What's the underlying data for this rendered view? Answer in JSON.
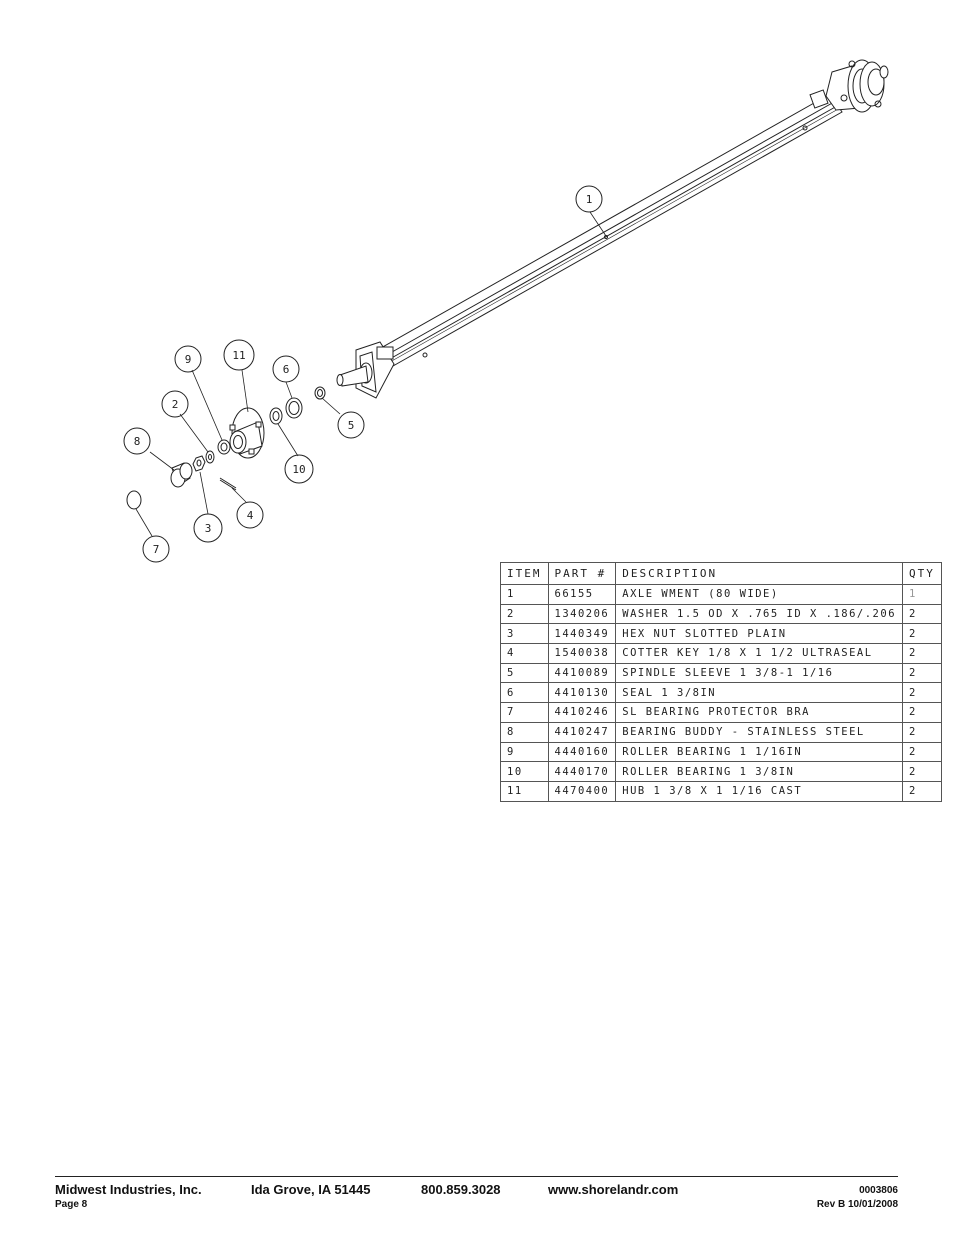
{
  "diagram": {
    "callouts": [
      "1",
      "2",
      "3",
      "4",
      "5",
      "6",
      "7",
      "8",
      "9",
      "10",
      "11"
    ]
  },
  "table": {
    "headers": [
      "ITEM",
      "PART #",
      "DESCRIPTION",
      "QTY"
    ],
    "rows": [
      {
        "item": "1",
        "part": "66155",
        "description": "AXLE WMENT (80 WIDE)",
        "qty": "1"
      },
      {
        "item": "2",
        "part": "1340206",
        "description": "WASHER 1.5 OD X .765 ID X .186/.206",
        "qty": "2"
      },
      {
        "item": "3",
        "part": "1440349",
        "description": "HEX NUT SLOTTED PLAIN",
        "qty": "2"
      },
      {
        "item": "4",
        "part": "1540038",
        "description": "COTTER KEY 1/8 X 1 1/2 ULTRASEAL",
        "qty": "2"
      },
      {
        "item": "5",
        "part": "4410089",
        "description": "SPINDLE SLEEVE  1 3/8-1 1/16",
        "qty": "2"
      },
      {
        "item": "6",
        "part": "4410130",
        "description": "SEAL  1 3/8IN",
        "qty": "2"
      },
      {
        "item": "7",
        "part": "4410246",
        "description": "SL BEARING PROTECTOR BRA",
        "qty": "2"
      },
      {
        "item": "8",
        "part": "4410247",
        "description": "BEARING BUDDY - STAINLESS STEEL",
        "qty": "2"
      },
      {
        "item": "9",
        "part": "4440160",
        "description": "ROLLER BEARING  1 1/16IN",
        "qty": "2"
      },
      {
        "item": "10",
        "part": "4440170",
        "description": "ROLLER BEARING  1 3/8IN",
        "qty": "2"
      },
      {
        "item": "11",
        "part": "4470400",
        "description": "HUB  1 3/8 X 1 1/16 CAST",
        "qty": "2"
      }
    ]
  },
  "footer": {
    "company": "Midwest Industries, Inc.",
    "address": "Ida Grove, IA  51445",
    "phone": "800.859.3028",
    "website": "www.shorelandr.com",
    "doc_number": "0003806",
    "page": "Page 8",
    "revision": "Rev B  10/01/2008"
  }
}
